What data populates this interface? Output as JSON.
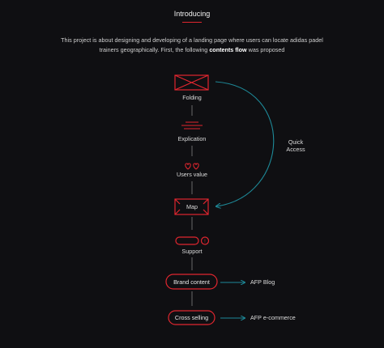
{
  "header": {
    "title": "Introducing"
  },
  "intro": {
    "text_before": "This project is about designing and developing of a landing page where users can locate adidas padel trainers geographically. First, the following ",
    "text_bold": "contents flow",
    "text_after": " was proposed"
  },
  "flow": {
    "folding": "Folding",
    "explication": "Explication",
    "users_value": "Users value",
    "map": "Map",
    "support": "Support",
    "brand_content": "Brand content",
    "cross_selling": "Cross selling",
    "quick_access": [
      "Quick",
      "Access"
    ],
    "afp_blog": "AFP Blog",
    "afp_ecommerce": "AFP e-commerce",
    "support_badge": "!"
  },
  "colors": {
    "accent_red": "#e0262f",
    "arrow_teal": "#1e8a99",
    "connector_gray": "#6a6a6a",
    "background": "#0f0f12"
  }
}
